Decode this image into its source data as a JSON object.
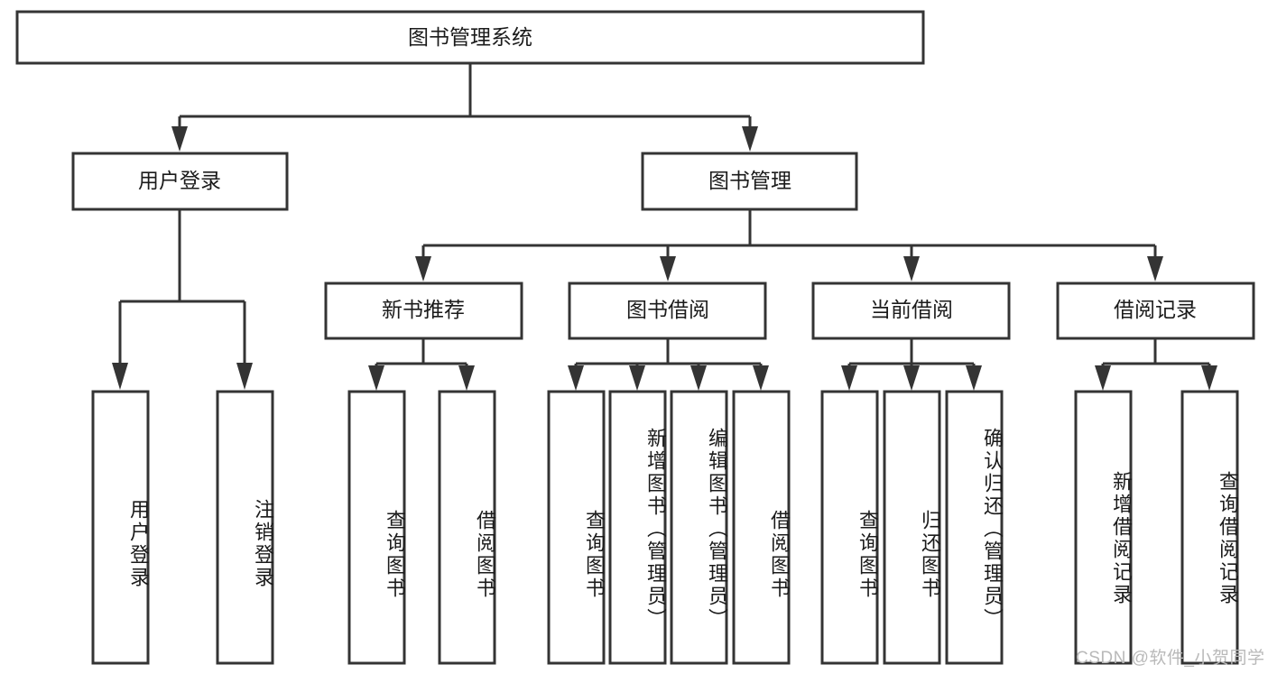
{
  "diagram": {
    "type": "tree-hierarchy",
    "title": "图书管理系统",
    "orientation": "top-down",
    "colors": {
      "box_stroke": "#343434",
      "box_fill": "#ffffff",
      "connector": "#343434",
      "text": "#1b1b1b",
      "watermark": "#b9b9b9",
      "background": "#ffffff"
    },
    "root": {
      "label": "图书管理系统"
    },
    "level2": [
      {
        "label": "用户登录"
      },
      {
        "label": "图书管理"
      }
    ],
    "level3": [
      {
        "label": "新书推荐"
      },
      {
        "label": "图书借阅"
      },
      {
        "label": "当前借阅"
      },
      {
        "label": "借阅记录"
      }
    ],
    "leaves": {
      "user_login": [
        {
          "label": "用户登录"
        },
        {
          "label": "注销登录"
        }
      ],
      "new_book_recommend": [
        {
          "label": "查询图书"
        },
        {
          "label": "借阅图书"
        }
      ],
      "book_borrow": [
        {
          "label": "查询图书"
        },
        {
          "label": "新增图书（管理员）"
        },
        {
          "label": "编辑图书（管理员）"
        },
        {
          "label": "借阅图书"
        }
      ],
      "current_borrow": [
        {
          "label": "查询图书"
        },
        {
          "label": "归还图书"
        },
        {
          "label": "确认归还（管理员）"
        }
      ],
      "borrow_record": [
        {
          "label": "新增借阅记录"
        },
        {
          "label": "查询借阅记录"
        }
      ]
    },
    "watermark": "CSDN @软件_小贺同学"
  }
}
